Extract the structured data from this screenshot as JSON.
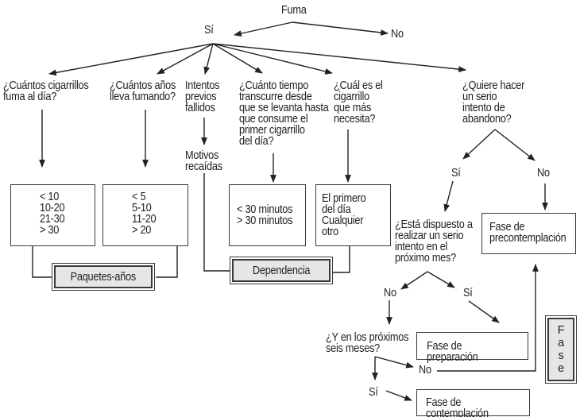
{
  "root": {
    "question": "Fuma",
    "yes": "Sí",
    "no": "No"
  },
  "questions": [
    {
      "id": "q1",
      "text": "¿Cuántos cigarrillos\nfuma al día?"
    },
    {
      "id": "q2",
      "text": "¿Cuántos años\nlleva fumando?"
    },
    {
      "id": "q3",
      "text": "Intentos\nprevios\nfallidos"
    },
    {
      "id": "q4",
      "text": "¿Cuánto tiempo\ntranscurre desde\nque se levanta hasta\nque consume el\nprimer cigarrillo\ndel día?"
    },
    {
      "id": "q5",
      "text": "¿Cuál es el\ncigarrillo\nque más\nnecesita?"
    },
    {
      "id": "q6",
      "text": "¿Quiere hacer\nun serio\nintento de\nabandono?"
    }
  ],
  "relapse_reasons": "Motivos\nrecaídas",
  "answer_boxes": {
    "cigarettes_per_day": "< 10\n10-20\n21-30\n> 30",
    "years_smoking": "< 5\n5-10\n11-20\n> 20",
    "time_to_first": "< 30 minutos\n> 30 minutos",
    "most_needed": "El primero\ndel día\nCualquier otro"
  },
  "summary_boxes": {
    "pack_years": "Paquetes-años",
    "dependence": "Dependencia",
    "phase": "F\na\ns\ne"
  },
  "quit_attempt": {
    "yes": "Sí",
    "no": "No",
    "next_month_question": "¿Está dispuesto a\nrealizar un serio\nintento en el\npróximo mes?",
    "precontemplation": "Fase de\nprecontemplación"
  },
  "next_month": {
    "no": "No",
    "yes": "Sí",
    "six_months_question": "¿Y en los próximos\nseis meses?",
    "preparation": "Fase de preparación"
  },
  "six_months": {
    "no": "No",
    "yes": "Sí",
    "contemplation": "Fase de contemplación"
  },
  "colors": {
    "line": "#222222",
    "box_border": "#3a3a3a",
    "summary_fill": "#e6e6e6"
  }
}
